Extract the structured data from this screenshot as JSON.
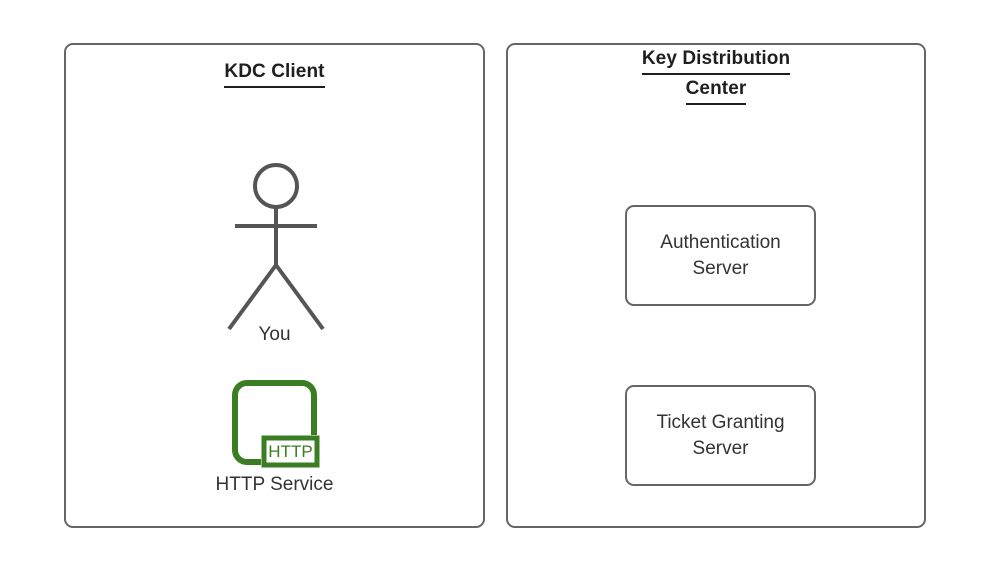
{
  "diagram": {
    "background_color": "#ffffff",
    "stroke_color": "#666666",
    "text_color": "#333333",
    "title_color": "#1f1f1f",
    "accent_green": "#3a7d22"
  },
  "panels": {
    "client": {
      "title": "KDC Client",
      "actor": {
        "icon": "stick-figure-icon",
        "label": "You"
      },
      "service": {
        "icon": "http-service-icon",
        "badge_text": "HTTP",
        "label": "HTTP Service",
        "color": "#3a7d22"
      }
    },
    "kdc": {
      "title_lines": [
        "Key Distribution",
        "Center"
      ],
      "boxes": [
        {
          "label": "Authentication\nServer"
        },
        {
          "label": "Ticket Granting\nServer"
        }
      ]
    }
  }
}
